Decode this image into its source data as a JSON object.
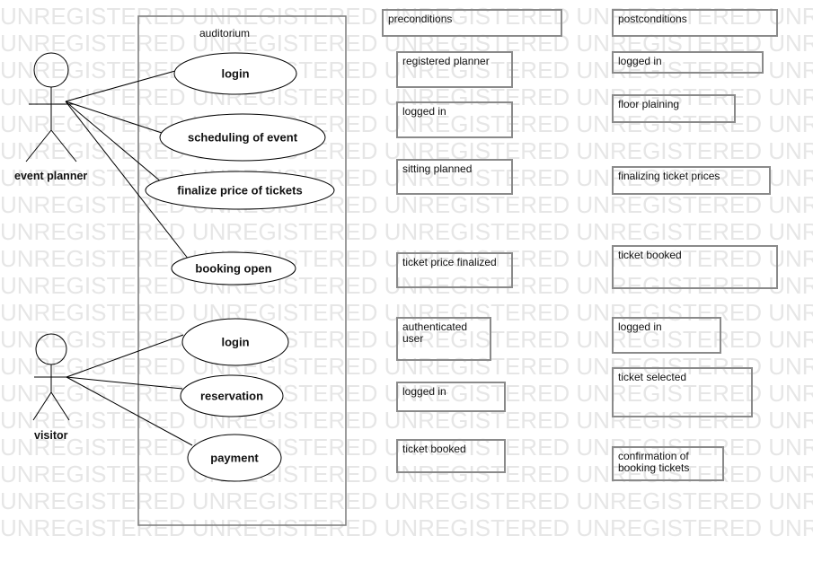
{
  "watermark": "UNREGISTERED UNREGISTERED UNREGISTERED UNREGISTERED UNREGISTERED",
  "system": {
    "title": "auditorium"
  },
  "actors": {
    "planner": "event planner",
    "visitor": "visitor"
  },
  "use_cases": {
    "planner_login": "login",
    "scheduling": "scheduling of event",
    "finalize_price": "finalize price of tickets",
    "booking_open": "booking open",
    "visitor_login": "login",
    "reservation": "reservation",
    "payment": "payment"
  },
  "preconditions": {
    "header": "preconditions",
    "items": [
      "registered planner",
      "logged in",
      "sitting planned",
      "ticket price finalized",
      "authenticated user",
      "logged in",
      "ticket booked"
    ]
  },
  "postconditions": {
    "header": "postconditions",
    "items": [
      "logged in",
      "floor plaining",
      "finalizing ticket prices",
      "ticket booked",
      "logged in",
      "ticket selected",
      "confirmation of booking tickets"
    ]
  },
  "colors": {
    "line": "#000000",
    "box_border": "#8a8a8a",
    "watermark": "#e6e6e6"
  }
}
